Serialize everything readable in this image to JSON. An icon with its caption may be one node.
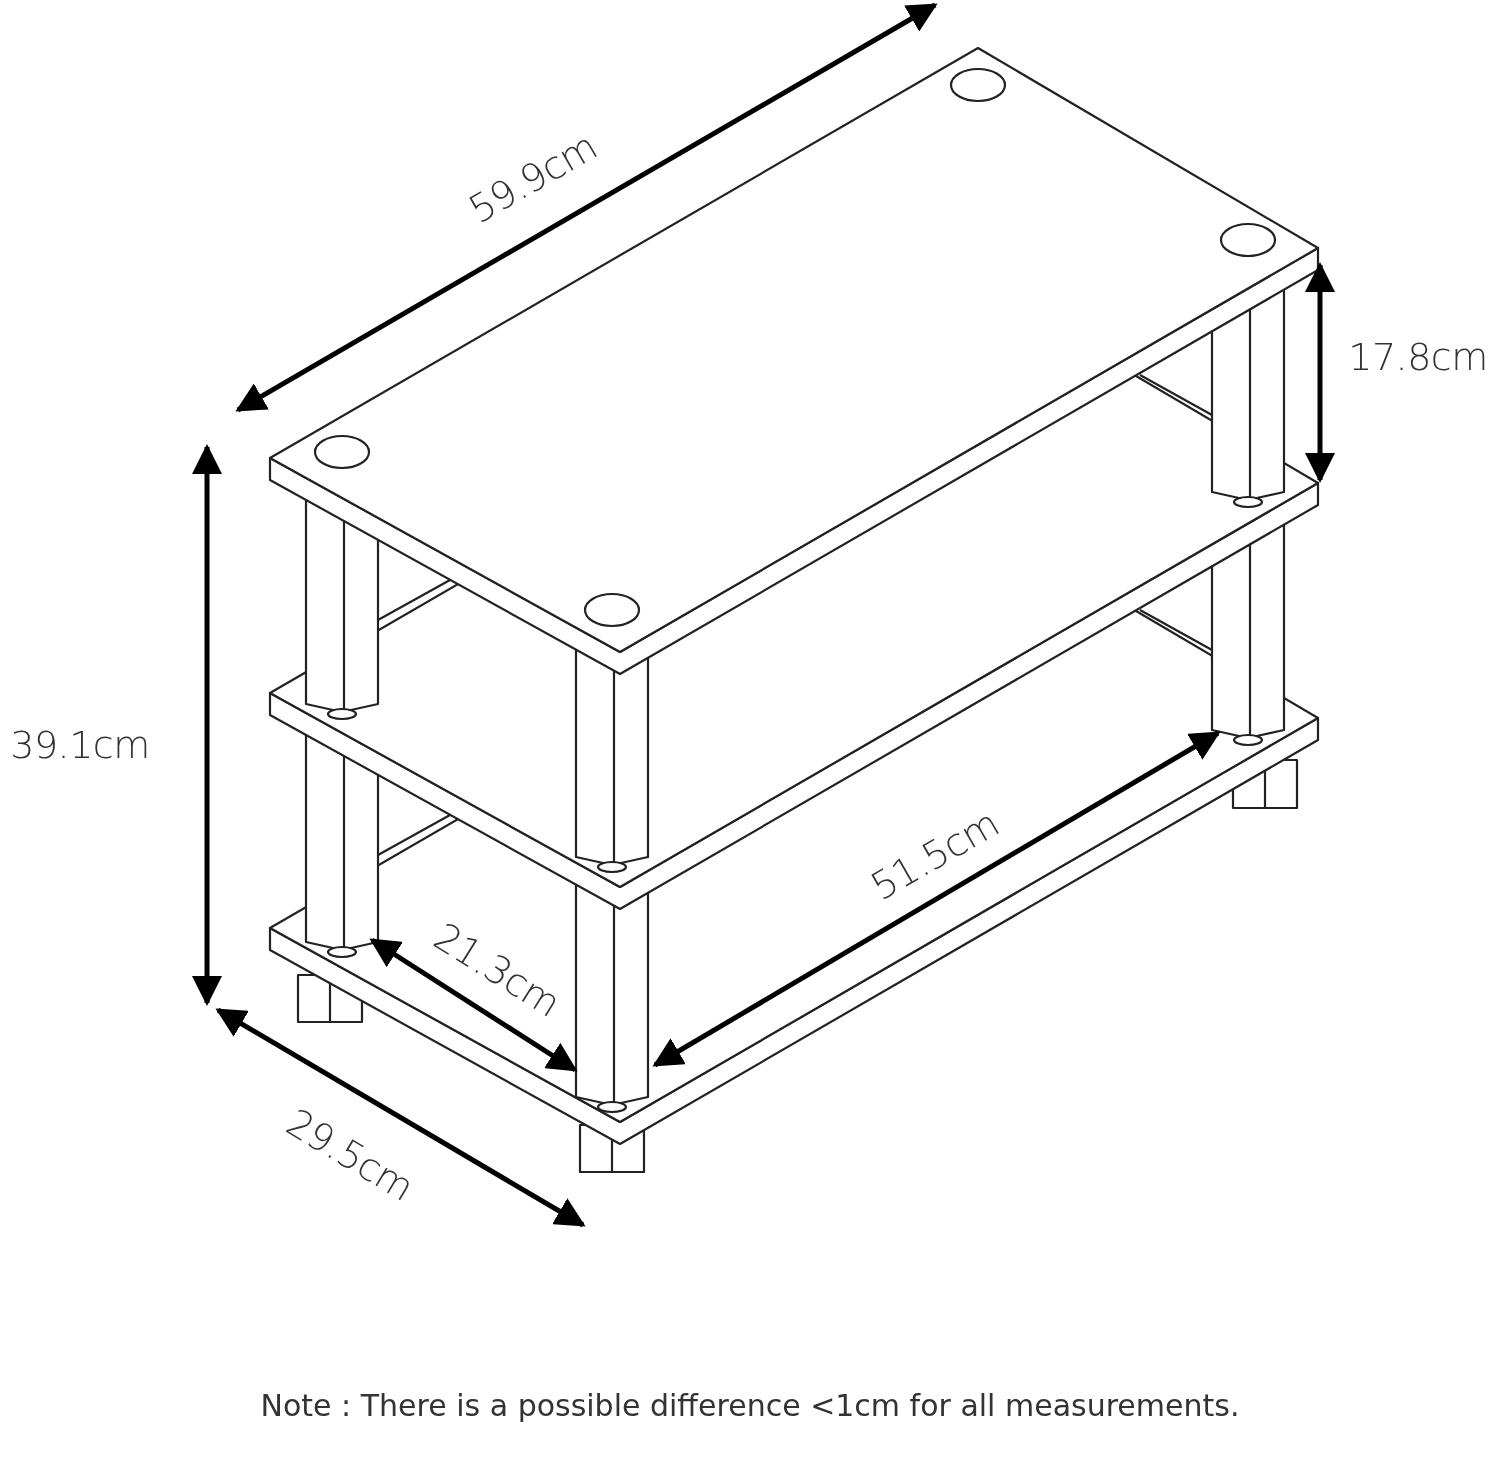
{
  "diagram": {
    "labels": [
      "59.9cm",
      "17.8cm",
      "39.1cm",
      "51.5cm",
      "21.3cm",
      "29.5cm"
    ],
    "caption": "Note : There is a possible difference <1cm for all measurements."
  }
}
